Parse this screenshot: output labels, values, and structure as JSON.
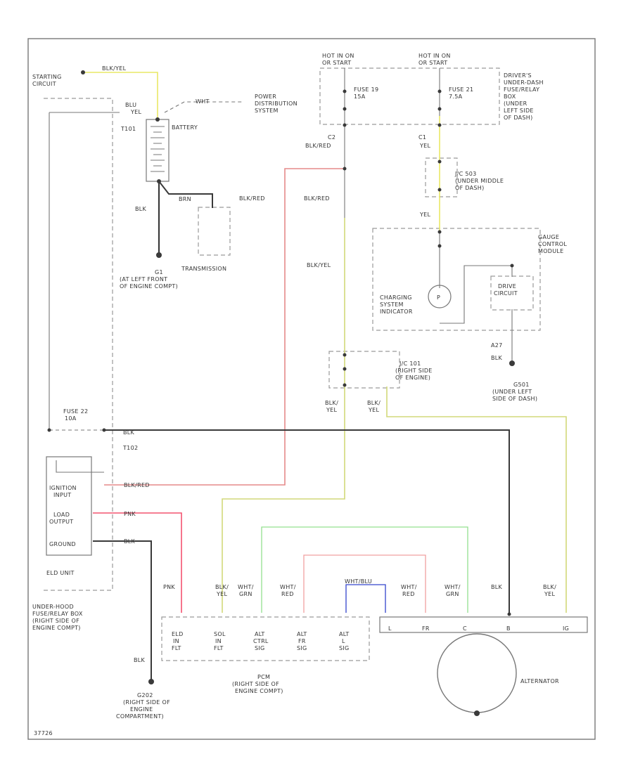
{
  "colors": {
    "black": "#3a3a3a",
    "blk_red": "#e58a8a",
    "pink": "#f3536f",
    "green": "#93e08f",
    "yellow": "#e9e865",
    "blk_yel": "#d2d97a",
    "red": "#f0a0a0",
    "blue": "#3344cc",
    "frame": "#777777"
  },
  "labels": {
    "starting_circuit": [
      "STARTING",
      "CIRCUIT"
    ],
    "blk_yel_top": "BLK/YEL",
    "blu": "BLU",
    "yel": "YEL",
    "t101": "T101",
    "battery": "BATTERY",
    "wht_top": "WHT",
    "power_dist": [
      "POWER",
      "DISTRIBUTION",
      "SYSTEM"
    ],
    "blk_g1": "BLK",
    "brn": "BRN",
    "transmission": "TRANSMISSION",
    "g1": [
      "G1",
      "(AT LEFT FRONT",
      "OF ENGINE COMPT)"
    ],
    "hot_run_1": [
      "HOT IN ON",
      "OR START"
    ],
    "hot_run_2": [
      "HOT IN ON",
      "OR START"
    ],
    "fuse19": [
      "FUSE 19",
      "15A"
    ],
    "fuse21": [
      "FUSE 21",
      "7.5A"
    ],
    "drivers_box": [
      "DRIVER'S",
      "UNDER-DASH",
      "FUSE/RELAY",
      "BOX",
      "(UNDER",
      "LEFT SIDE",
      "OF DASH)"
    ],
    "c2_blk_red": [
      "C2",
      "BLK/RED"
    ],
    "c1_yel": [
      "C1",
      "YEL"
    ],
    "jc": [
      "J/C 503",
      "(UNDER MIDDLE",
      "OF DASH)"
    ],
    "blk_red_mid": "BLK/RED",
    "blk_red_vert": "BLK/RED",
    "blk_yel_vert": "BLK/YEL",
    "yel_gauge": "YEL",
    "gauge": [
      "GAUGE",
      "CONTROL",
      "MODULE"
    ],
    "charging": [
      "CHARGING",
      "SYSTEM",
      "INDICATOR"
    ],
    "drive_circuit": [
      "DRIVE",
      "CIRCUIT"
    ],
    "a27": "A27",
    "blk_gcm": "BLK",
    "g501": [
      "G501",
      "(UNDER LEFT",
      "SIDE OF DASH)"
    ],
    "jc101": [
      "J/C 101",
      "(RIGHT SIDE",
      "OF ENGINE)"
    ],
    "blk_yel_jc_1": [
      "BLK/",
      "YEL"
    ],
    "blk_yel_jc_2": [
      "BLK/",
      "YEL"
    ],
    "fuse22": [
      "FUSE 22",
      "10A"
    ],
    "blk_t102": [
      "BLK",
      "T102"
    ],
    "elc_pins": [
      "IGNITION",
      "INPUT",
      "LOAD",
      "OUTPUT",
      "GROUND"
    ],
    "blk_red_elc": "BLK/RED",
    "pnk_elc": "PNK",
    "blk_elc": "BLK",
    "elc_unit": "ELD UNIT",
    "under_hood_box": [
      "UNDER-HOOD",
      "FUSE/RELAY BOX",
      "(RIGHT SIDE OF",
      "ENGINE COMPT)"
    ],
    "pnk_down": "PNK",
    "blk_down": "BLK",
    "g202": [
      "G202",
      "(RIGHT SIDE OF",
      "ENGINE",
      "COMPARTMENT)"
    ],
    "pcm_wires": [
      [
        "BLK/",
        "YEL"
      ],
      [
        "WHT/",
        "GRN"
      ],
      [
        "WHT/",
        "RED"
      ],
      [
        "WHT/BLU"
      ],
      [
        "WHT/",
        "RED"
      ],
      [
        "WHT/",
        "GRN"
      ],
      [
        "BLK"
      ],
      [
        "BLK/",
        "YEL"
      ]
    ],
    "pcm_pins": [
      "ELD",
      "SOL",
      "ALT",
      "ALT",
      "ALT"
    ],
    "pcm_pin_sub1": [
      "IN",
      "IN",
      "CTRL",
      "FR",
      "L"
    ],
    "pcm_pin_sub2": [
      "FLT",
      "FLT",
      "SIG",
      "SIG",
      "SIG"
    ],
    "pcm": [
      "PCM",
      "(RIGHT SIDE OF",
      "ENGINE COMPT)"
    ],
    "alt_pins": [
      "L",
      "FR",
      "C",
      "B",
      "IG"
    ],
    "alternator": "ALTERNATOR",
    "footer": "37726"
  }
}
